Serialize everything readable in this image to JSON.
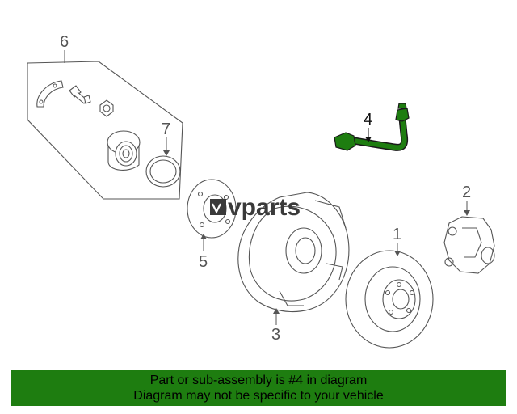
{
  "diagram": {
    "callouts": {
      "c1": "1",
      "c2": "2",
      "c3": "3",
      "c4": "4",
      "c5": "5",
      "c6": "6",
      "c7": "7"
    },
    "watermark": "vparts",
    "highlight_color": "#1e7d10"
  },
  "banner": {
    "line1": "Part or sub-assembly is #4 in diagram",
    "line2": "Diagram may not be specific to your vehicle",
    "background": "#1e7d10"
  }
}
